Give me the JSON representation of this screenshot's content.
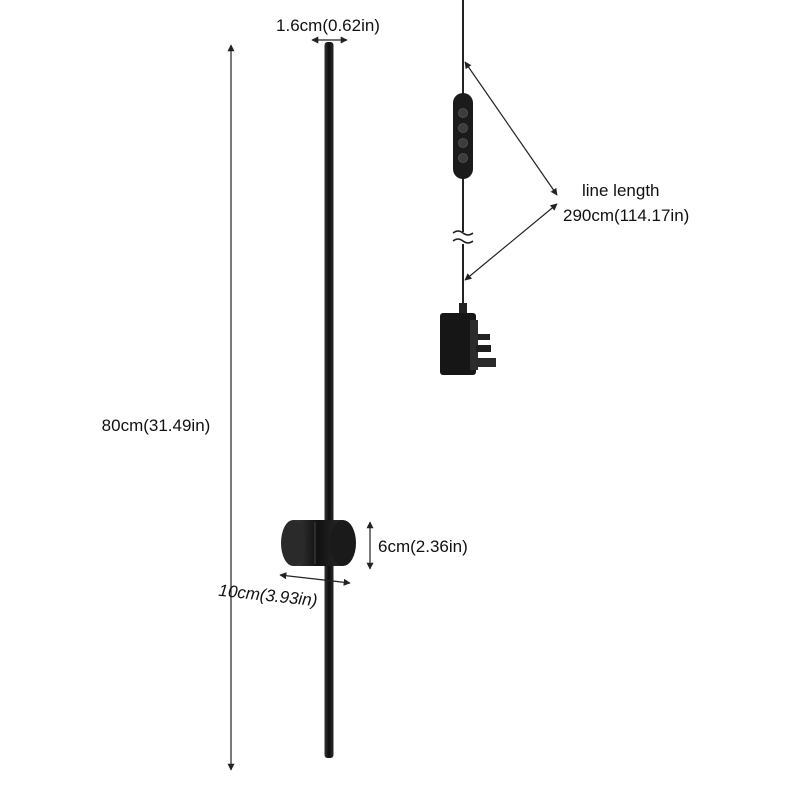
{
  "dimensions": {
    "bar_width": "1.6cm(0.62in)",
    "total_height": "80cm(31.49in)",
    "mount_height": "6cm(2.36in)",
    "mount_depth": "10cm(3.93in)",
    "line_length_title": "line length",
    "line_length_value": "290cm(114.17in)"
  },
  "colors": {
    "lamp": "#1c1c1c",
    "dimension_line": "#222222",
    "label_text": "#111111"
  },
  "icons": {
    "dimmer": "dimmer-switch-icon",
    "plug": "uk-plug-adapter-icon",
    "break": "cable-break-icon"
  }
}
